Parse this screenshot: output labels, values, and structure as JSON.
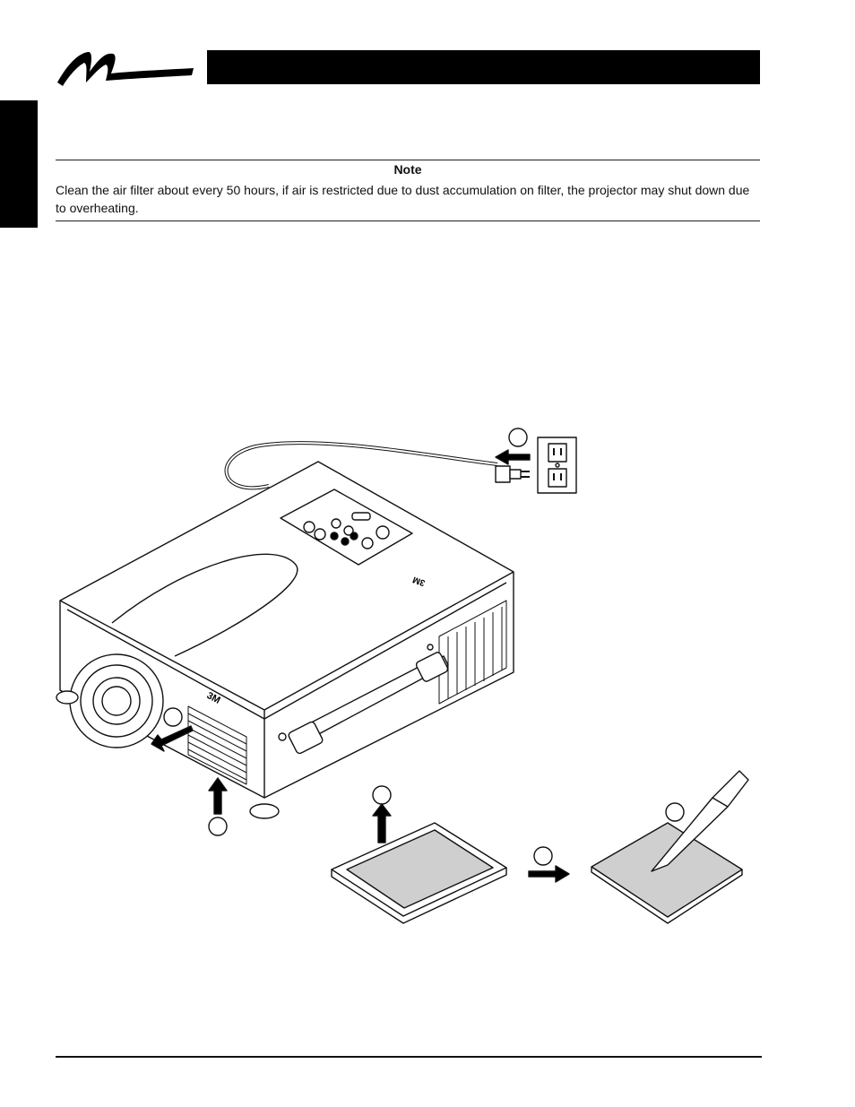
{
  "note": {
    "title": "Note",
    "body": "Clean the air filter about every 50 hours, if air is restricted due to dust accumulation on filter, the projector may shut down due to overheating."
  },
  "illustration": {
    "brand_marks": [
      "3M",
      "3M"
    ],
    "icons": [
      "power-plug-icon",
      "wall-outlet-icon",
      "projector-icon",
      "air-filter-icon",
      "vacuum-nozzle-icon",
      "arrow-icon"
    ]
  }
}
